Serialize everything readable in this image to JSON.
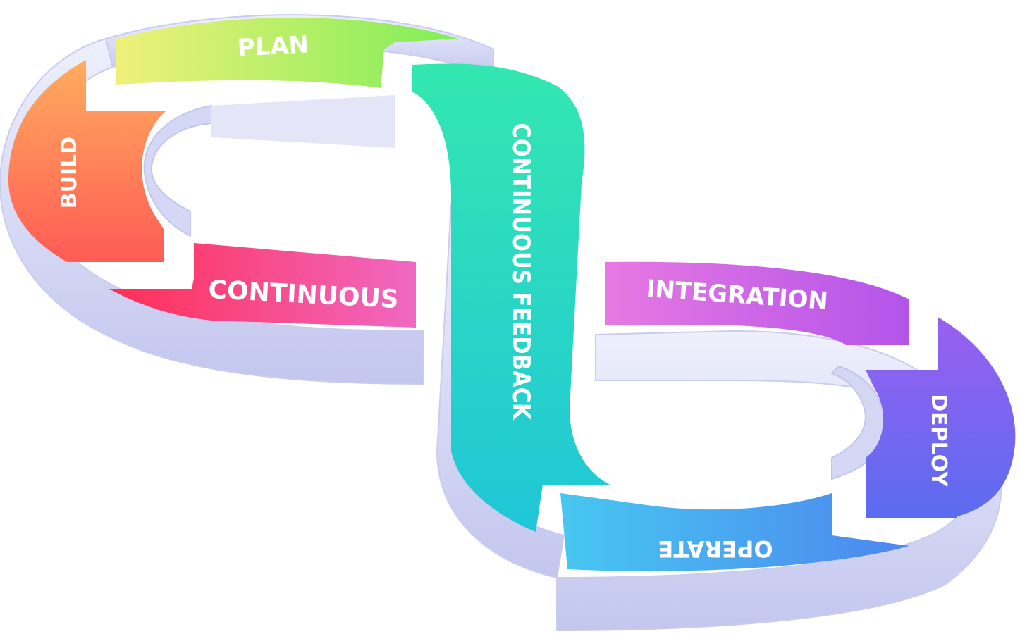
{
  "diagram": {
    "segments": [
      {
        "id": "plan",
        "label": "PLAN",
        "color_start": "#eff07a",
        "color_end": "#7fee57"
      },
      {
        "id": "build",
        "label": "BUILD",
        "color_start": "#ffad5e",
        "color_end": "#ff5b55"
      },
      {
        "id": "continuous",
        "label": "CONTINUOUS",
        "color_start": "#ff2f55",
        "color_end": "#f068c2"
      },
      {
        "id": "feedback",
        "label": "CONTINUOUS FEEDBACK",
        "color_start": "#33e7b0",
        "color_end": "#20c6d8"
      },
      {
        "id": "integration",
        "label": "INTEGRATION",
        "color_start": "#e779e2",
        "color_end": "#b354ea"
      },
      {
        "id": "deploy",
        "label": "DEPLOY",
        "color_start": "#9a5ff0",
        "color_end": "#5a6cf0"
      },
      {
        "id": "operate",
        "label": "OPERATE",
        "color_start": "#47c7f0",
        "color_end": "#4d86ef"
      }
    ],
    "base_color": "#dcdff5",
    "base_shadow": "#b7bbe6"
  }
}
